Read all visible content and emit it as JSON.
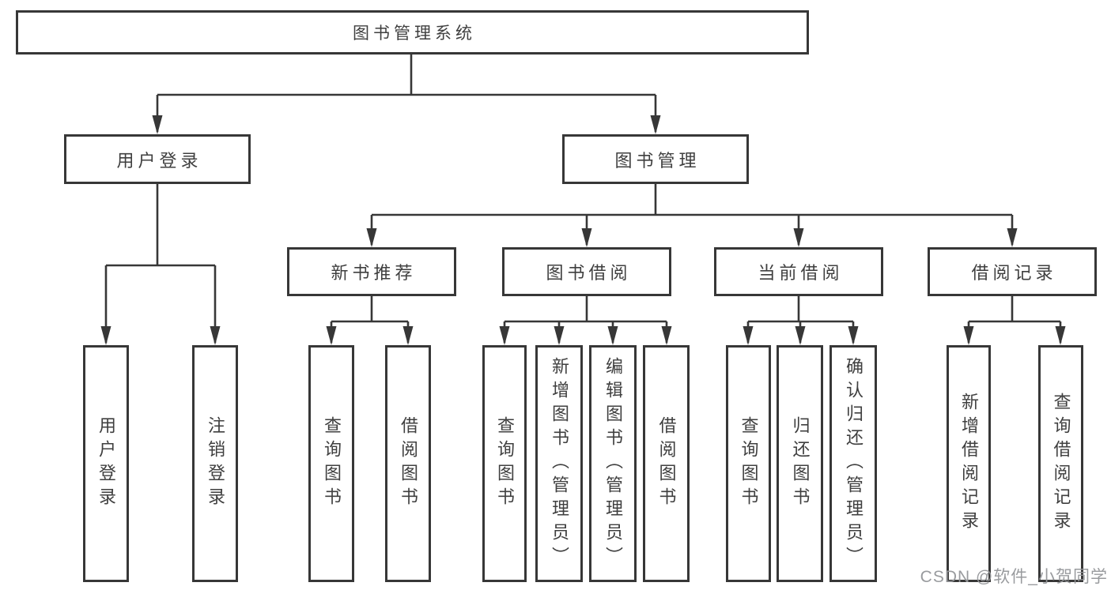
{
  "diagram": {
    "root": {
      "label": "图书管理系统"
    },
    "level1": [
      {
        "label": "用户登录"
      },
      {
        "label": "图书管理"
      }
    ],
    "level2": [
      {
        "label": "新书推荐"
      },
      {
        "label": "图书借阅"
      },
      {
        "label": "当前借阅"
      },
      {
        "label": "借阅记录"
      }
    ],
    "leaves": {
      "login": [
        "用户登录",
        "注销登录"
      ],
      "new_book": [
        "查询图书",
        "借阅图书"
      ],
      "borrow": [
        "查询图书",
        "新增图书（管理员）",
        "编辑图书（管理员）",
        "借阅图书"
      ],
      "current": [
        "查询图书",
        "归还图书",
        "确认归还（管理员）"
      ],
      "record": [
        "新增借阅记录",
        "查询借阅记录"
      ]
    }
  },
  "watermark": {
    "text": "CSDN @软件_小贺同学"
  },
  "colors": {
    "line": "#373737",
    "border": "#373737",
    "text": "#3f3f3f",
    "background": "#ffffff",
    "watermark": "#949699"
  }
}
